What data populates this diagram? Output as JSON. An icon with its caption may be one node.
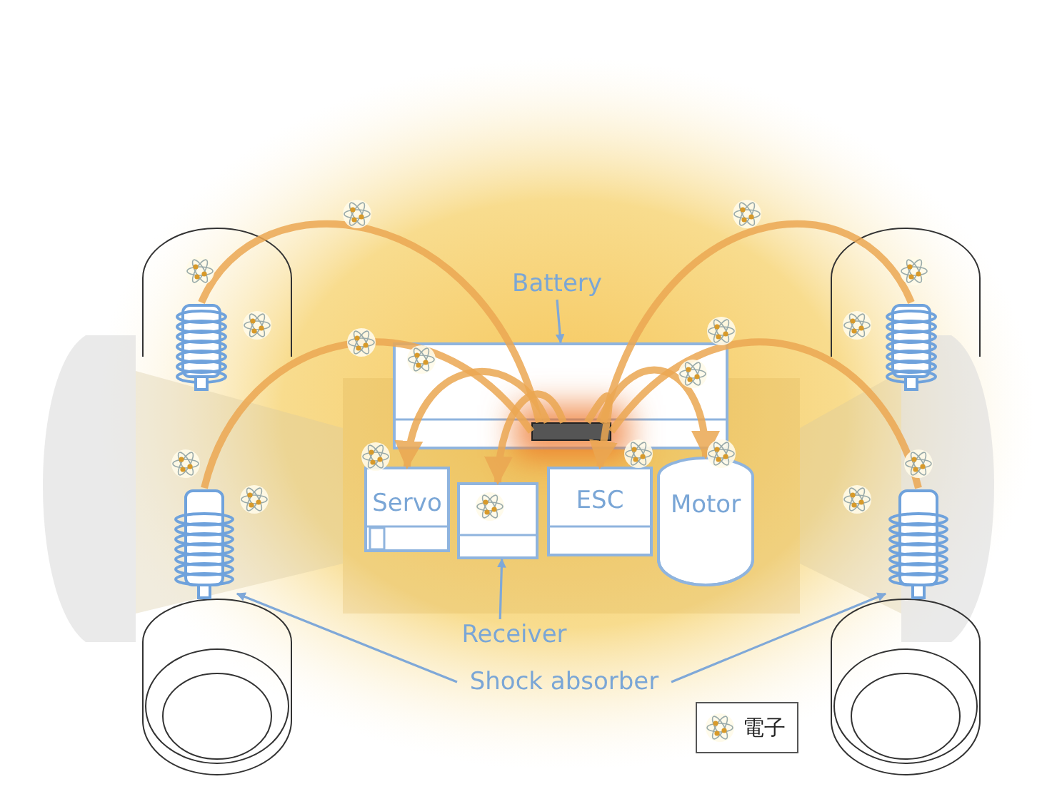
{
  "diagram": {
    "nodes": [
      {
        "text": [
          "Battery"
        ]
      },
      {
        "text": [],
        "shape": "box"
      },
      {
        "text": [],
        "shape": "box",
        "in": 1
      },
      {
        "text": [
          "Servo"
        ]
      },
      {
        "text": [],
        "shape": "box"
      },
      {
        "text": [
          "ESC"
        ]
      },
      {
        "text": [
          "Motor"
        ]
      },
      {
        "text": [
          "Receiver"
        ]
      },
      {
        "text": [
          "Shock absorber"
        ]
      },
      {
        "text": [],
        "shape": "cylinder"
      },
      {
        "text": [],
        "shape": "cylinder"
      },
      {
        "text": [],
        "shape": "cylinder"
      },
      {
        "text": [],
        "shape": "cylinder"
      }
    ],
    "edges": [
      {
        "from": 0,
        "to": 1,
        "arrow": "to",
        "color": "#7fa8d8"
      },
      {
        "from": 2,
        "to": 3,
        "arrow": "to"
      },
      {
        "from": 2,
        "to": 4,
        "arrow": "to"
      },
      {
        "from": 2,
        "to": 5,
        "arrow": "to"
      },
      {
        "from": 2,
        "to": 6,
        "arrow": "to"
      },
      {
        "from": 2,
        "to": 9,
        "arrow": "none"
      },
      {
        "from": 2,
        "to": 10,
        "arrow": "none"
      },
      {
        "from": 2,
        "to": 11,
        "arrow": "none"
      },
      {
        "from": 2,
        "to": 12,
        "arrow": "none"
      },
      {
        "from": 7,
        "to": 4,
        "arrow": "to",
        "color": "#7fa8d8"
      },
      {
        "from": 8,
        "to": 11,
        "arrow": "to",
        "color": "#7fa8d8"
      },
      {
        "from": 8,
        "to": 12,
        "arrow": "to",
        "color": "#7fa8d8"
      }
    ],
    "legend": [
      {
        "text": "電子"
      }
    ]
  }
}
